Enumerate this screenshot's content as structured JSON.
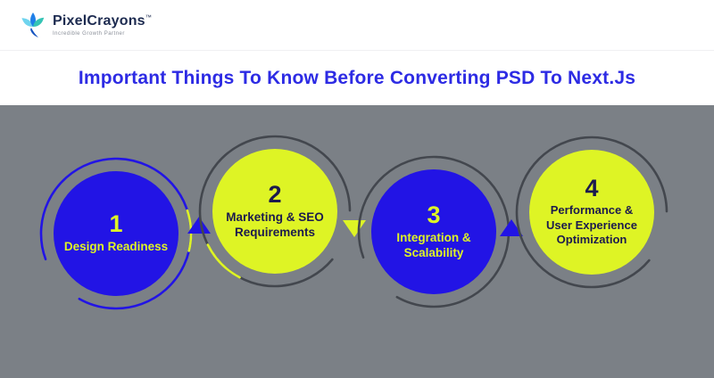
{
  "logo": {
    "name": "PixelCrayons",
    "trademark": "™",
    "tagline": "Incredible Growth Partner",
    "icon": "hummingbird-logo-icon"
  },
  "title": "Important Things To Know Before Converting PSD To Next.Js",
  "colors": {
    "background_gray": "#7b8086",
    "blue": "#2214e5",
    "yellow_green": "#def425",
    "dark_navy": "#1c1a4e",
    "ring_dark": "#43474e",
    "title_blue": "#2d2be4"
  },
  "steps": [
    {
      "number": "1",
      "label": "Design Readiness",
      "circle_color": "#2214e5",
      "text_color": "#def425",
      "ring_color": "#2214e5"
    },
    {
      "number": "2",
      "label": "Marketing & SEO Requirements",
      "circle_color": "#def425",
      "text_color": "#1c1a4e",
      "ring_color": "#43474e"
    },
    {
      "number": "3",
      "label": "Integration & Scalability",
      "circle_color": "#2214e5",
      "text_color": "#def425",
      "ring_color": "#43474e"
    },
    {
      "number": "4",
      "label": "Performance & User Experience Optimization",
      "circle_color": "#def425",
      "text_color": "#1c1a4e",
      "ring_color": "#43474e"
    }
  ],
  "arrows": [
    {
      "direction": "up",
      "color": "#2214e5"
    },
    {
      "direction": "down",
      "color": "#def425"
    },
    {
      "direction": "up",
      "color": "#2214e5"
    }
  ]
}
